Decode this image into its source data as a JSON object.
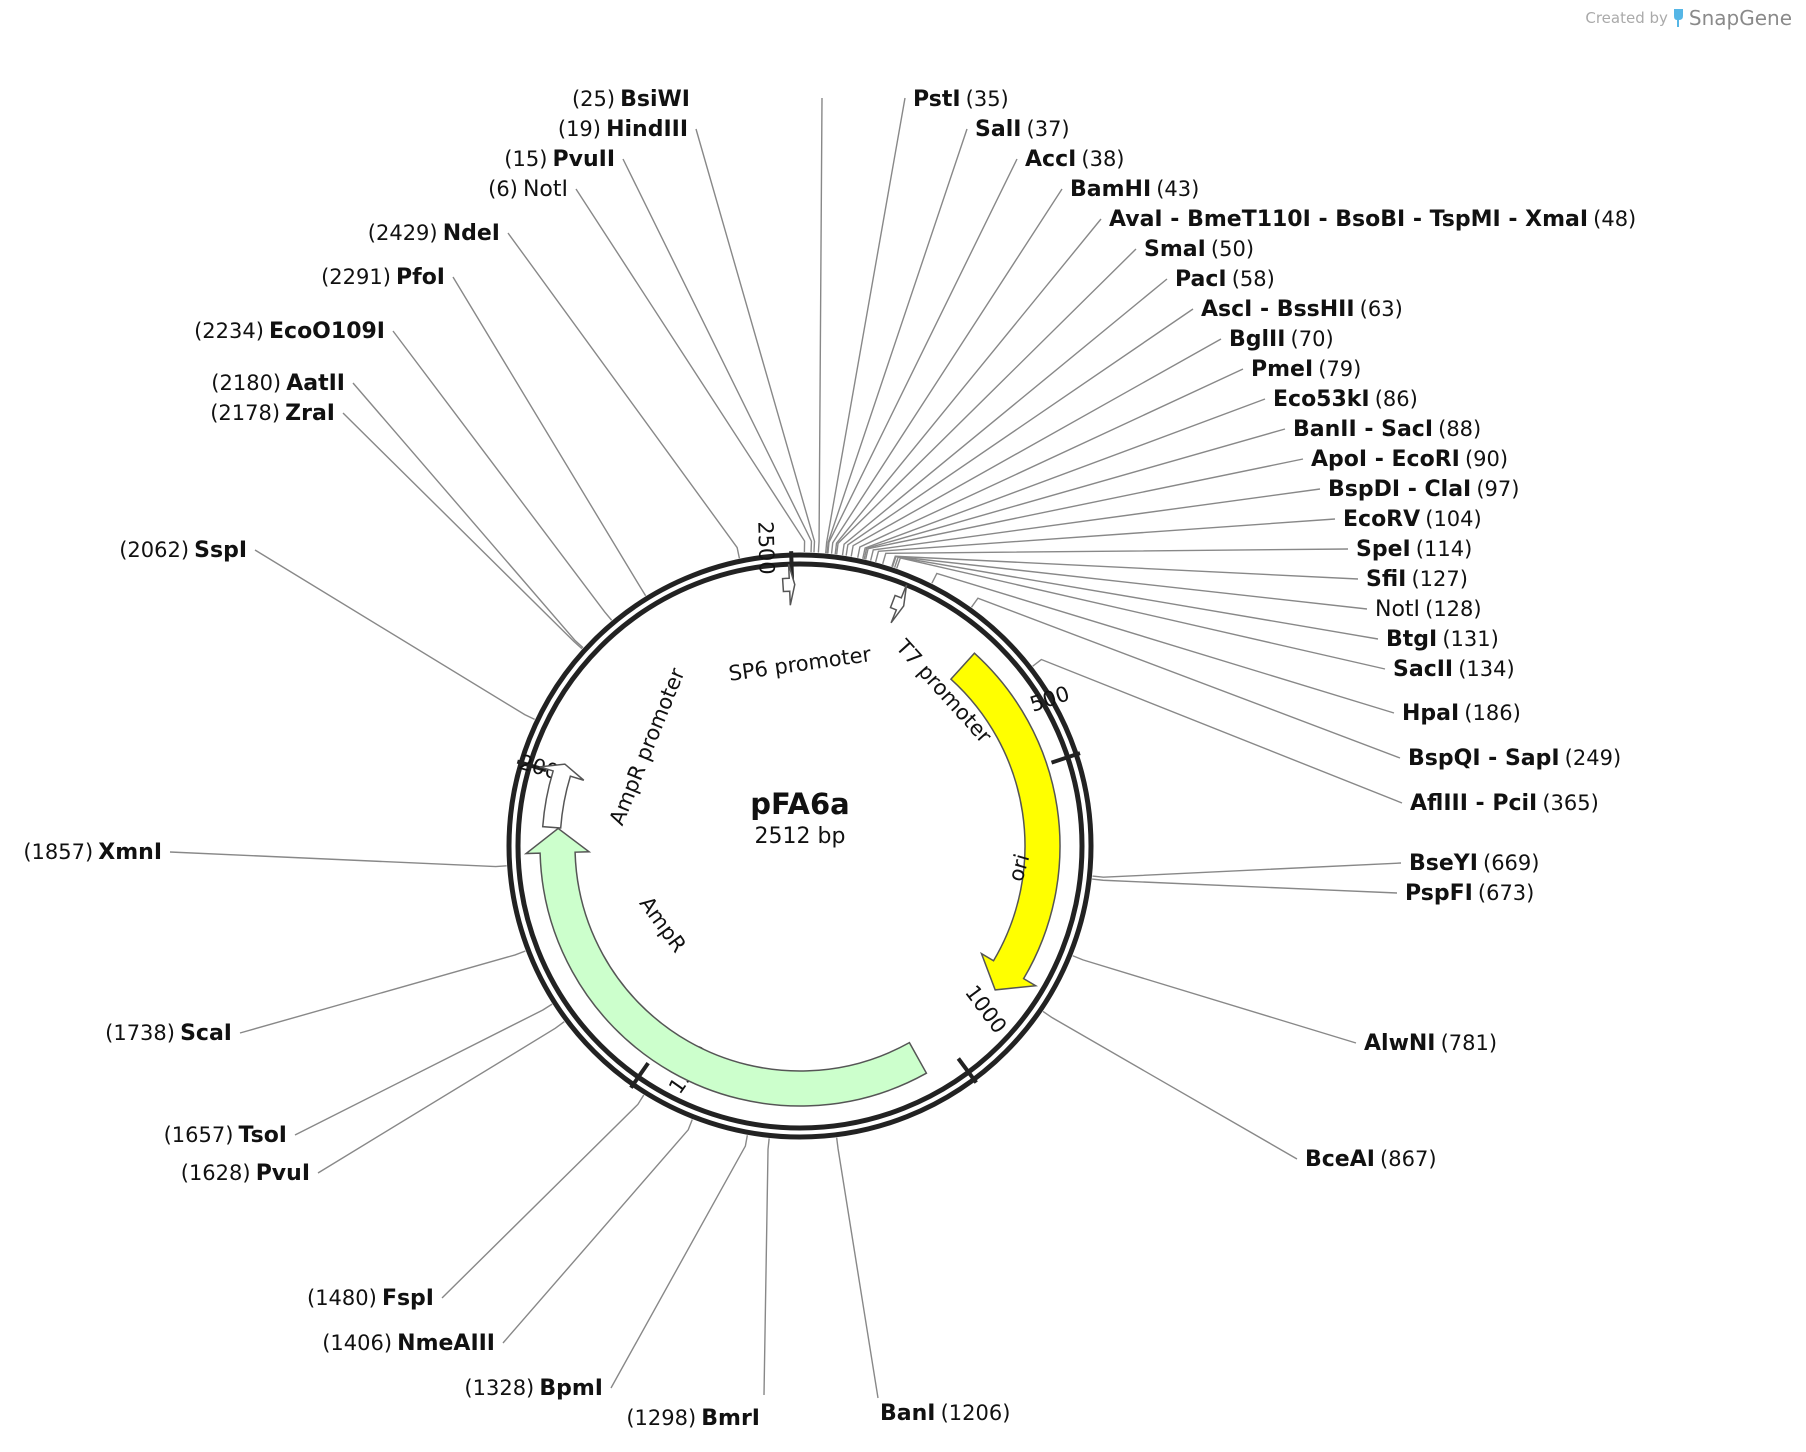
{
  "watermark": {
    "prefix": "Created by",
    "brand": "SnapGene"
  },
  "plasmid": {
    "name": "pFA6a",
    "size_label": "2512 bp",
    "length": 2512
  },
  "ticks": [
    {
      "pos": 500,
      "label": "500"
    },
    {
      "pos": 1000,
      "label": "1000"
    },
    {
      "pos": 1500,
      "label": "1500"
    },
    {
      "pos": 2000,
      "label": "2000"
    },
    {
      "pos": 2500,
      "label": "2500"
    }
  ],
  "features": [
    {
      "name": "ori",
      "start": 294,
      "end": 882,
      "type": "arc",
      "color": "#ffff00"
    },
    {
      "name": "AmpR",
      "start": 1053,
      "end": 1913,
      "type": "arc",
      "color": "#ccffcc"
    },
    {
      "name": "AmpR promoter",
      "start": 1914,
      "end": 2018,
      "type": "arrow-small",
      "color": "#ffffff"
    },
    {
      "name": "SP6 promoter",
      "start": 2486,
      "end": 2504,
      "type": "arrow-small",
      "color": "#ffffff"
    },
    {
      "name": "T7 promoter",
      "start": 145,
      "end": 163,
      "type": "arrow-small",
      "color": "#ffffff"
    }
  ],
  "sites": [
    {
      "id": "bsiwi",
      "side": "L",
      "pos": 25,
      "num": "(25)",
      "names": [
        "BsiWI"
      ],
      "bold": [
        true
      ]
    },
    {
      "id": "hindiii",
      "side": "L",
      "pos": 19,
      "num": "(19)",
      "names": [
        "HindIII"
      ],
      "bold": [
        true
      ]
    },
    {
      "id": "pvuii",
      "side": "L",
      "pos": 15,
      "num": "(15)",
      "names": [
        "PvuII"
      ],
      "bold": [
        true
      ]
    },
    {
      "id": "noti-6",
      "side": "L",
      "pos": 6,
      "num": "(6)",
      "names": [
        "NotI"
      ],
      "bold": [
        false
      ]
    },
    {
      "id": "ndei",
      "side": "L",
      "pos": 2429,
      "num": "(2429)",
      "names": [
        "NdeI"
      ],
      "bold": [
        true
      ]
    },
    {
      "id": "pfoi",
      "side": "L",
      "pos": 2291,
      "num": "(2291)",
      "names": [
        "PfoI"
      ],
      "bold": [
        true
      ]
    },
    {
      "id": "eco0109i",
      "side": "L",
      "pos": 2234,
      "num": "(2234)",
      "names": [
        "EcoO109I"
      ],
      "bold": [
        true
      ]
    },
    {
      "id": "aatii",
      "side": "L",
      "pos": 2180,
      "num": "(2180)",
      "names": [
        "AatII"
      ],
      "bold": [
        true
      ]
    },
    {
      "id": "zrai",
      "side": "L",
      "pos": 2178,
      "num": "(2178)",
      "names": [
        "ZraI"
      ],
      "bold": [
        true
      ]
    },
    {
      "id": "sspi",
      "side": "L",
      "pos": 2062,
      "num": "(2062)",
      "names": [
        "SspI"
      ],
      "bold": [
        true
      ]
    },
    {
      "id": "xmni",
      "side": "L",
      "pos": 1857,
      "num": "(1857)",
      "names": [
        "XmnI"
      ],
      "bold": [
        true
      ]
    },
    {
      "id": "scai",
      "side": "L",
      "pos": 1738,
      "num": "(1738)",
      "names": [
        "ScaI"
      ],
      "bold": [
        true
      ]
    },
    {
      "id": "tsoi",
      "side": "L",
      "pos": 1657,
      "num": "(1657)",
      "names": [
        "TsoI"
      ],
      "bold": [
        true
      ]
    },
    {
      "id": "pvui",
      "side": "L",
      "pos": 1628,
      "num": "(1628)",
      "names": [
        "PvuI"
      ],
      "bold": [
        true
      ]
    },
    {
      "id": "fspi",
      "side": "L",
      "pos": 1480,
      "num": "(1480)",
      "names": [
        "FspI"
      ],
      "bold": [
        true
      ]
    },
    {
      "id": "nmeaiii",
      "side": "L",
      "pos": 1406,
      "num": "(1406)",
      "names": [
        "NmeAIII"
      ],
      "bold": [
        true
      ]
    },
    {
      "id": "bpmi",
      "side": "L",
      "pos": 1328,
      "num": "(1328)",
      "names": [
        "BpmI"
      ],
      "bold": [
        true
      ]
    },
    {
      "id": "bmri",
      "side": "L",
      "pos": 1298,
      "num": "(1298)",
      "names": [
        "BmrI"
      ],
      "bold": [
        true
      ]
    },
    {
      "id": "pstI",
      "side": "R",
      "pos": 35,
      "num": "(35)",
      "names": [
        "PstI"
      ],
      "bold": [
        true
      ]
    },
    {
      "id": "sali",
      "side": "R",
      "pos": 37,
      "num": "(37)",
      "names": [
        "SalI"
      ],
      "bold": [
        true
      ]
    },
    {
      "id": "acci",
      "side": "R",
      "pos": 38,
      "num": "(38)",
      "names": [
        "AccI"
      ],
      "bold": [
        true
      ]
    },
    {
      "id": "bamhi",
      "side": "R",
      "pos": 43,
      "num": "(43)",
      "names": [
        "BamHI"
      ],
      "bold": [
        true
      ]
    },
    {
      "id": "avai",
      "side": "R",
      "pos": 48,
      "num": "(48)",
      "names": [
        "AvaI",
        "BmeT110I",
        "BsoBI",
        "TspMI",
        "XmaI"
      ],
      "bold": [
        true,
        true,
        true,
        true,
        true
      ]
    },
    {
      "id": "smai",
      "side": "R",
      "pos": 50,
      "num": "(50)",
      "names": [
        "SmaI"
      ],
      "bold": [
        true
      ]
    },
    {
      "id": "paci",
      "side": "R",
      "pos": 58,
      "num": "(58)",
      "names": [
        "PacI"
      ],
      "bold": [
        true
      ]
    },
    {
      "id": "asci",
      "side": "R",
      "pos": 63,
      "num": "(63)",
      "names": [
        "AscI",
        "BssHII"
      ],
      "bold": [
        true,
        true
      ]
    },
    {
      "id": "bglii",
      "side": "R",
      "pos": 70,
      "num": "(70)",
      "names": [
        "BglII"
      ],
      "bold": [
        true
      ]
    },
    {
      "id": "pmei",
      "side": "R",
      "pos": 79,
      "num": "(79)",
      "names": [
        "PmeI"
      ],
      "bold": [
        true
      ]
    },
    {
      "id": "eco53ki",
      "side": "R",
      "pos": 86,
      "num": "(86)",
      "names": [
        "Eco53kI"
      ],
      "bold": [
        true
      ]
    },
    {
      "id": "banii",
      "side": "R",
      "pos": 88,
      "num": "(88)",
      "names": [
        "BanII",
        "SacI"
      ],
      "bold": [
        true,
        true
      ]
    },
    {
      "id": "apoi",
      "side": "R",
      "pos": 90,
      "num": "(90)",
      "names": [
        "ApoI",
        "EcoRI"
      ],
      "bold": [
        true,
        true
      ]
    },
    {
      "id": "bspdi",
      "side": "R",
      "pos": 97,
      "num": "(97)",
      "names": [
        "BspDI",
        "ClaI"
      ],
      "bold": [
        true,
        true
      ]
    },
    {
      "id": "ecorv",
      "side": "R",
      "pos": 104,
      "num": "(104)",
      "names": [
        "EcoRV"
      ],
      "bold": [
        true
      ]
    },
    {
      "id": "spei",
      "side": "R",
      "pos": 114,
      "num": "(114)",
      "names": [
        "SpeI"
      ],
      "bold": [
        true
      ]
    },
    {
      "id": "sfii",
      "side": "R",
      "pos": 127,
      "num": "(127)",
      "names": [
        "SfiI"
      ],
      "bold": [
        true
      ]
    },
    {
      "id": "noti-128",
      "side": "R",
      "pos": 128,
      "num": "(128)",
      "names": [
        "NotI"
      ],
      "bold": [
        false
      ]
    },
    {
      "id": "btgi",
      "side": "R",
      "pos": 131,
      "num": "(131)",
      "names": [
        "BtgI"
      ],
      "bold": [
        true
      ]
    },
    {
      "id": "sacii",
      "side": "R",
      "pos": 134,
      "num": "(134)",
      "names": [
        "SacII"
      ],
      "bold": [
        true
      ]
    },
    {
      "id": "hpai",
      "side": "R",
      "pos": 186,
      "num": "(186)",
      "names": [
        "HpaI"
      ],
      "bold": [
        true
      ]
    },
    {
      "id": "bspqi",
      "side": "R",
      "pos": 249,
      "num": "(249)",
      "names": [
        "BspQI",
        "SapI"
      ],
      "bold": [
        true,
        true
      ]
    },
    {
      "id": "afliii",
      "side": "R",
      "pos": 365,
      "num": "(365)",
      "names": [
        "AflIII",
        "PciI"
      ],
      "bold": [
        true,
        true
      ]
    },
    {
      "id": "bseyi",
      "side": "R",
      "pos": 669,
      "num": "(669)",
      "names": [
        "BseYI"
      ],
      "bold": [
        true
      ]
    },
    {
      "id": "pspfi",
      "side": "R",
      "pos": 673,
      "num": "(673)",
      "names": [
        "PspFI"
      ],
      "bold": [
        true
      ]
    },
    {
      "id": "alwni",
      "side": "R",
      "pos": 781,
      "num": "(781)",
      "names": [
        "AlwNI"
      ],
      "bold": [
        true
      ]
    },
    {
      "id": "bceai",
      "side": "R",
      "pos": 867,
      "num": "(867)",
      "names": [
        "BceAI"
      ],
      "bold": [
        true
      ]
    },
    {
      "id": "bani",
      "side": "R",
      "pos": 1206,
      "num": "(1206)",
      "names": [
        "BanI"
      ],
      "bold": [
        true
      ]
    }
  ]
}
